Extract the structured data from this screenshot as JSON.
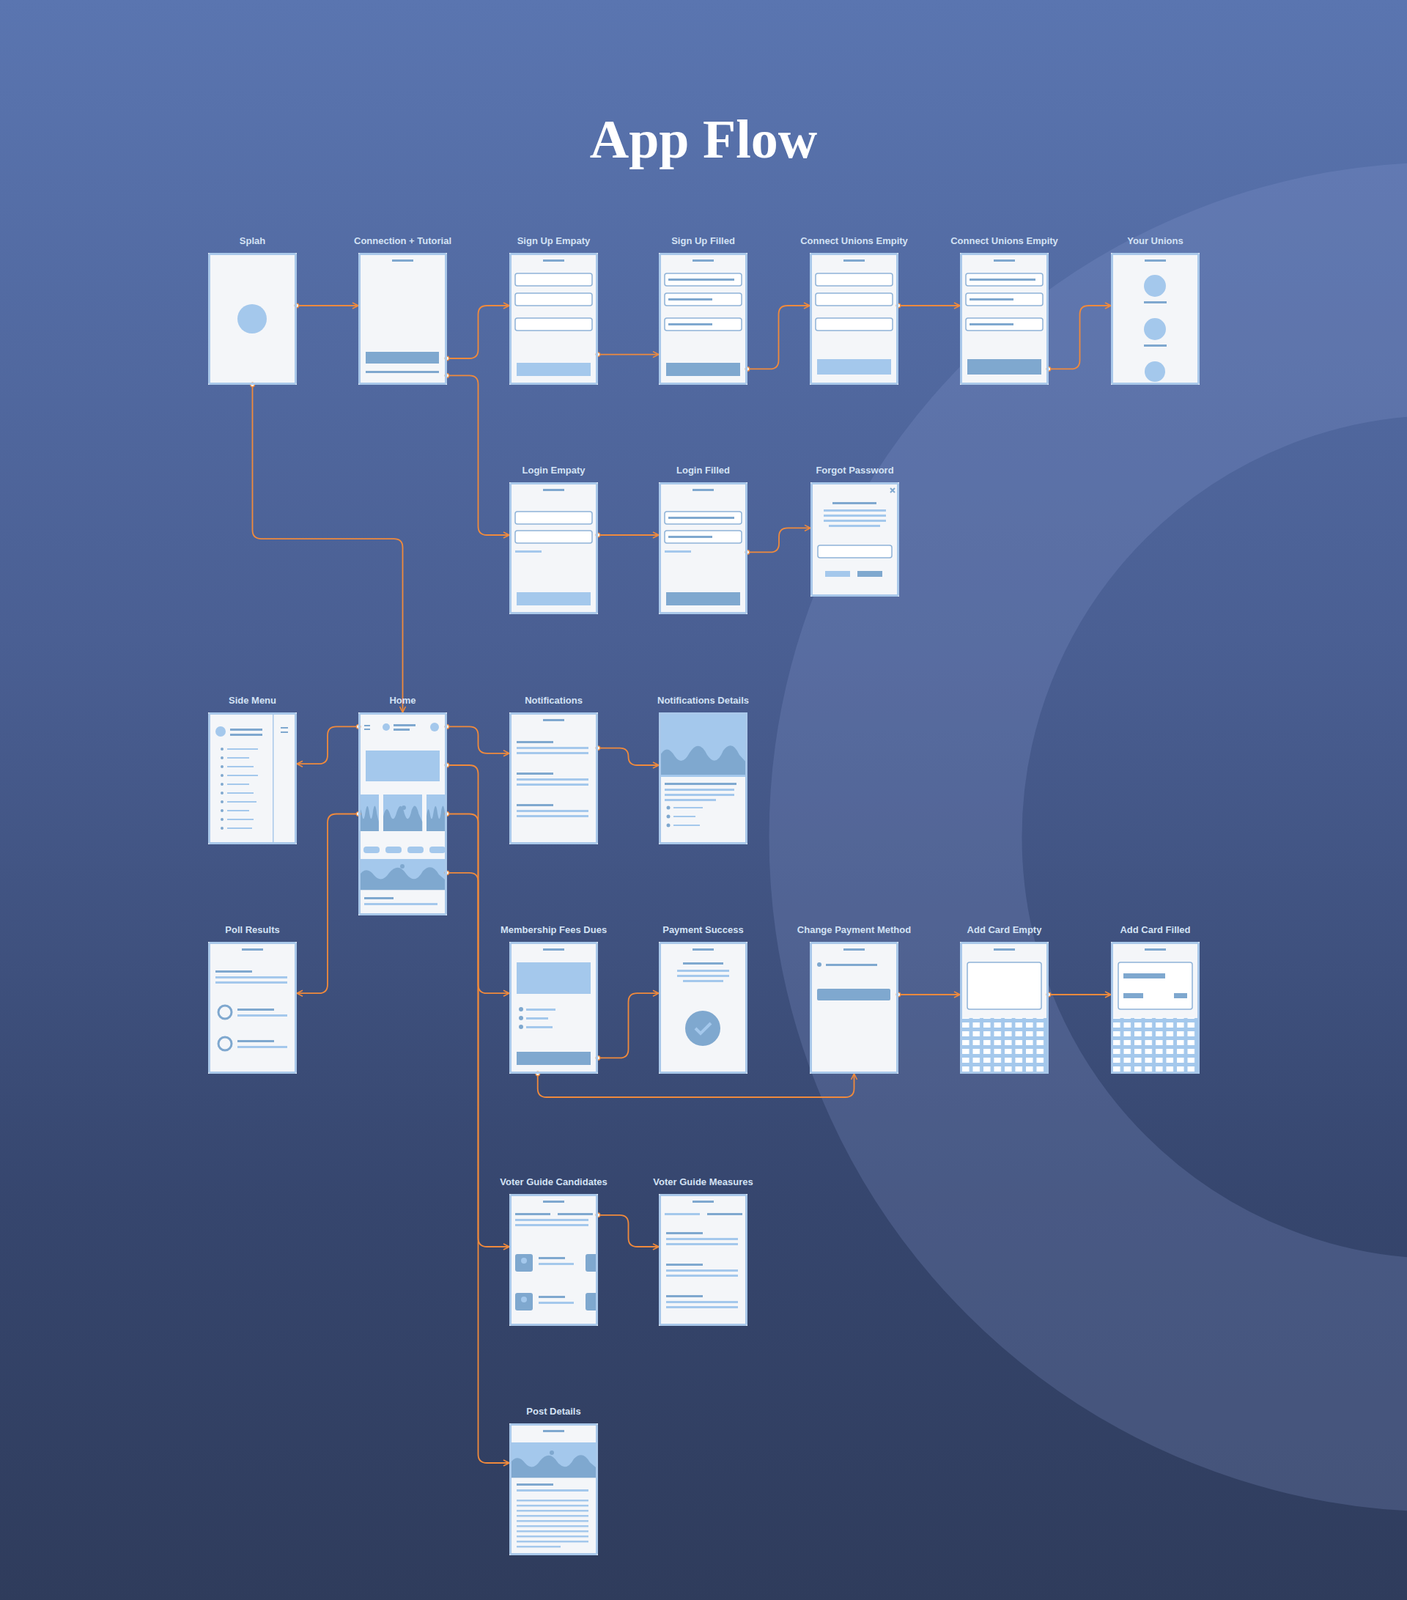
{
  "diagram": {
    "title": "App Flow",
    "nodes": [
      {
        "text": [
          "Splah"
        ]
      },
      {
        "text": [
          "Connection + Tutorial"
        ]
      },
      {
        "text": [
          "Sign Up Empaty"
        ]
      },
      {
        "text": [
          "Sign Up Filled"
        ]
      },
      {
        "text": [
          "Connect Unions Empity"
        ]
      },
      {
        "text": [
          "Connect Unions Empity"
        ]
      },
      {
        "text": [
          "Your Unions"
        ]
      },
      {
        "text": [
          "Login Empaty"
        ]
      },
      {
        "text": [
          "Login Filled"
        ]
      },
      {
        "text": [
          "Forgot Password"
        ]
      },
      {
        "text": [
          "Side Menu"
        ]
      },
      {
        "text": [
          "Home"
        ]
      },
      {
        "text": [
          "Notifications"
        ]
      },
      {
        "text": [
          "Notifications Details"
        ]
      },
      {
        "text": [
          "Poll Results"
        ]
      },
      {
        "text": [
          "Membership Fees Dues"
        ]
      },
      {
        "text": [
          "Payment Success"
        ]
      },
      {
        "text": [
          "Change Payment Method"
        ]
      },
      {
        "text": [
          "Add Card Empty"
        ]
      },
      {
        "text": [
          "Add Card Filled"
        ]
      },
      {
        "text": [
          "Voter Guide Candidates"
        ]
      },
      {
        "text": [
          "Voter Guide Measures"
        ]
      },
      {
        "text": [
          "Post Details"
        ]
      }
    ],
    "edges": [
      {
        "from": 0,
        "to": 1,
        "arrow": "to"
      },
      {
        "from": 1,
        "to": 2,
        "arrow": "to"
      },
      {
        "from": 1,
        "to": 7,
        "arrow": "to"
      },
      {
        "from": 2,
        "to": 3,
        "arrow": "to"
      },
      {
        "from": 3,
        "to": 4,
        "arrow": "to"
      },
      {
        "from": 4,
        "to": 5,
        "arrow": "to"
      },
      {
        "from": 5,
        "to": 6,
        "arrow": "to"
      },
      {
        "from": 7,
        "to": 8,
        "arrow": "to"
      },
      {
        "from": 8,
        "to": 9,
        "arrow": "to"
      },
      {
        "from": 0,
        "to": 11,
        "arrow": "to"
      },
      {
        "from": 11,
        "to": 10,
        "arrow": "to"
      },
      {
        "from": 11,
        "to": 12,
        "arrow": "to"
      },
      {
        "from": 12,
        "to": 13,
        "arrow": "to"
      },
      {
        "from": 11,
        "to": 14,
        "arrow": "to"
      },
      {
        "from": 11,
        "to": 15,
        "arrow": "to"
      },
      {
        "from": 15,
        "to": 16,
        "arrow": "to"
      },
      {
        "from": 15,
        "to": 17,
        "arrow": "to"
      },
      {
        "from": 17,
        "to": 18,
        "arrow": "to"
      },
      {
        "from": 18,
        "to": 19,
        "arrow": "to"
      },
      {
        "from": 11,
        "to": 20,
        "arrow": "to"
      },
      {
        "from": 20,
        "to": 21,
        "arrow": "to"
      },
      {
        "from": 11,
        "to": 22,
        "arrow": "to"
      }
    ]
  }
}
